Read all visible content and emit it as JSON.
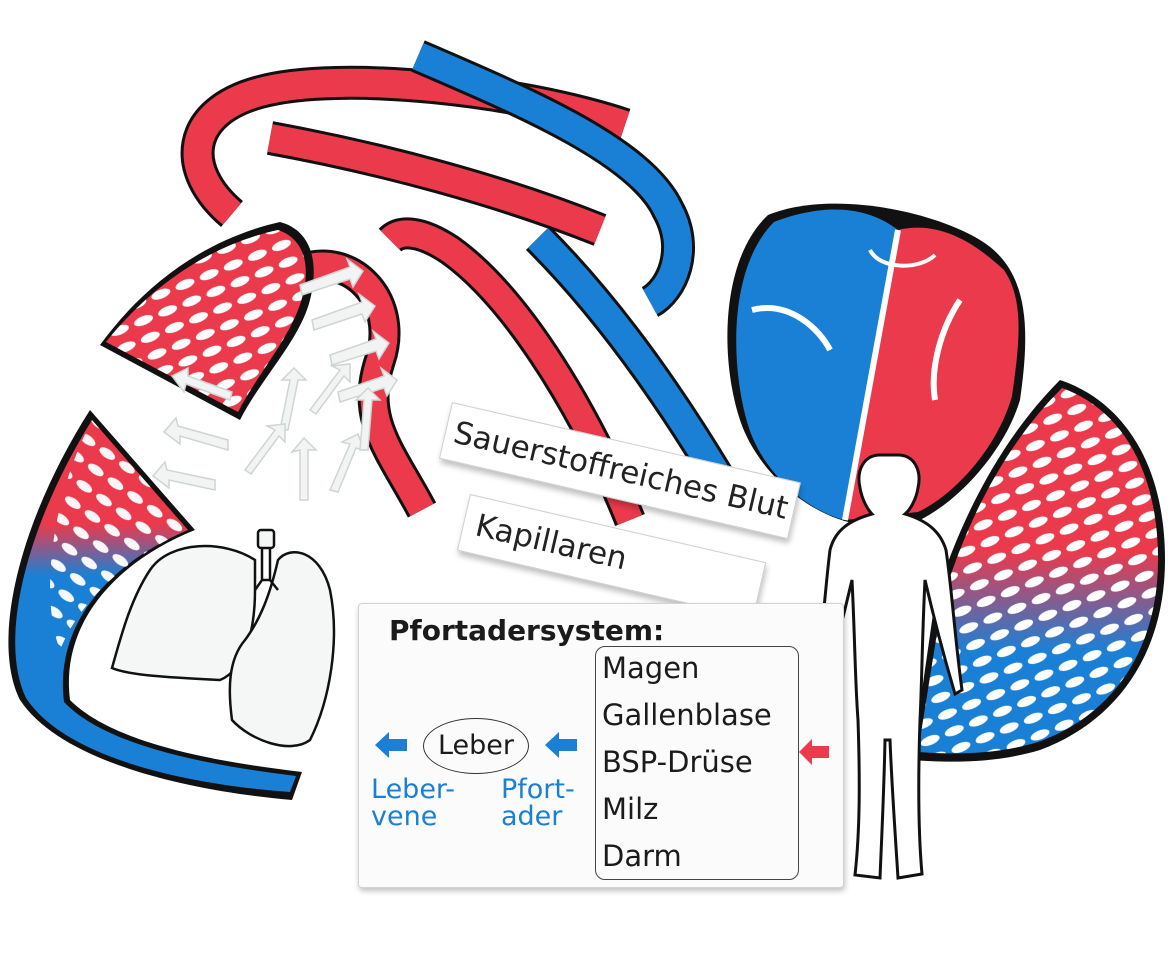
{
  "labels": {
    "oxygen_rich_blood": "Sauerstoffreiches Blut",
    "capillaries": "Kapillaren"
  },
  "portal_system": {
    "title": "Pfortadersystem:",
    "organs": [
      "Magen",
      "Gallenblase",
      "BSP-Drüse",
      "Milz",
      "Darm"
    ],
    "liver": "Leber",
    "liver_vein_line1": "Leber-",
    "liver_vein_line2": "vene",
    "portal_vein_line1": "Pfort-",
    "portal_vein_line2": "ader"
  },
  "colors": {
    "arterial_red": "#ea3a4c",
    "venous_blue": "#1a80d6",
    "outline": "#111111",
    "label_blue": "#1a80d6"
  },
  "icons": [
    "lungs-icon",
    "heart-icon",
    "human-figure-icon",
    "arrow-left-icon",
    "arrow-right-icon"
  ]
}
